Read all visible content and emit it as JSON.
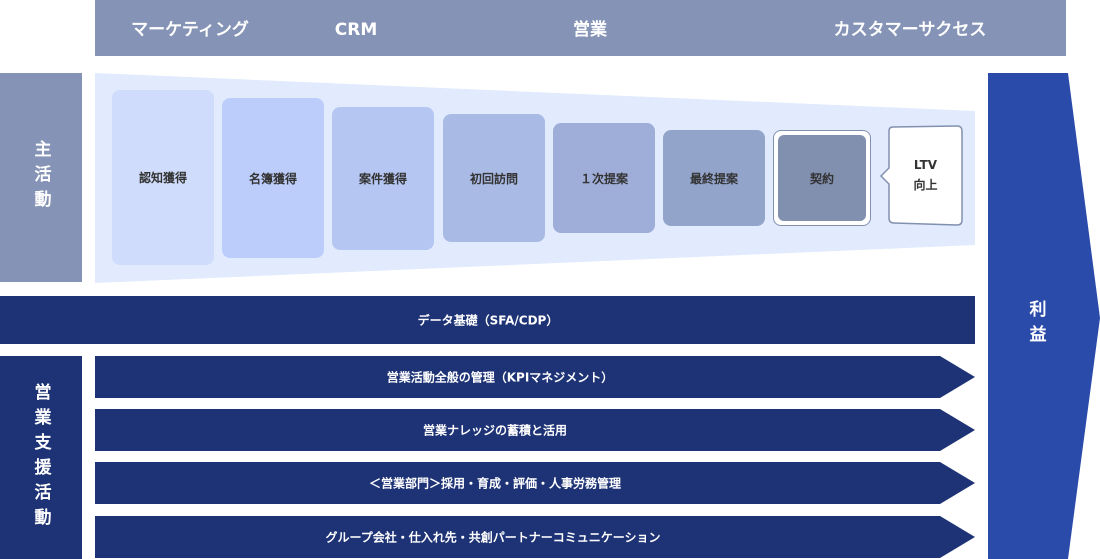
{
  "header": {
    "columns": [
      "マーケティング",
      "CRM",
      "営業",
      "カスタマーサクセス"
    ]
  },
  "primary_label": "主活動",
  "support_label": "営業支援活動",
  "profit_label": "利益",
  "stages": [
    "認知獲得",
    "名簿獲得",
    "案件獲得",
    "初回訪問",
    "１次提案",
    "最終提案",
    "契約"
  ],
  "ltv": {
    "line1": "LTV",
    "line2": "向上"
  },
  "data_foundation": "データ基礎（SFA/CDP）",
  "support_activities": [
    "営業活動全般の管理（KPIマネジメント）",
    "営業ナレッジの蓄積と活用",
    "＜営業部門＞採用・育成・評価・人事労務管理",
    "グループ会社・仕入れ先・共創パートナーコミュニケーション"
  ],
  "colors": {
    "header": "#8593b6",
    "navy": "#1e3376",
    "profit": "#2b4bab",
    "funnel": "#e1ebfd"
  }
}
